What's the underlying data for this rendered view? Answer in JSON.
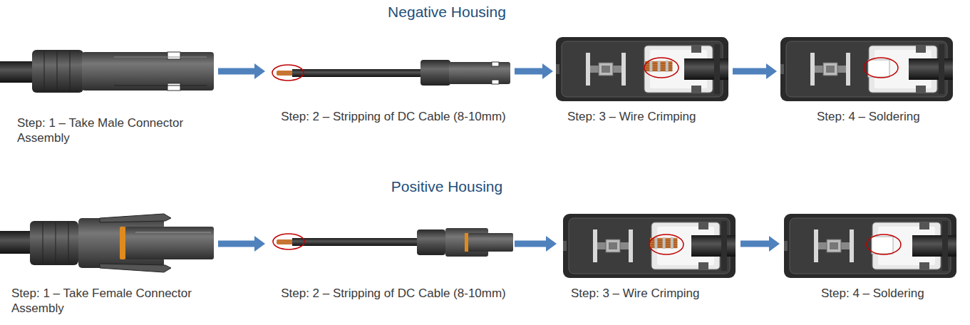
{
  "diagram": {
    "nodes": [
      {
        "text": [
          "Step: 1 – Take Male Connector Assembly"
        ]
      },
      {
        "text": [
          "Step: 2 – Stripping of DC Cable (8-10mm)"
        ]
      },
      {
        "text": [
          "Step: 3 – Wire Crimping"
        ]
      },
      {
        "text": [
          "Step: 4 – Soldering"
        ]
      },
      {
        "text": [
          "Step: 1 – Take Female Connector Assembly"
        ]
      },
      {
        "text": [
          "Step: 2 – Stripping of DC Cable (8-10mm)"
        ]
      },
      {
        "text": [
          "Step: 3 – Wire Crimping"
        ]
      },
      {
        "text": [
          "Step: 4 – Soldering"
        ]
      }
    ],
    "edges": [
      {
        "from": 0,
        "to": 1,
        "arrow": "to"
      },
      {
        "from": 1,
        "to": 2,
        "arrow": "to"
      },
      {
        "from": 2,
        "to": 3,
        "arrow": "to"
      },
      {
        "from": 4,
        "to": 5,
        "arrow": "to"
      },
      {
        "from": 5,
        "to": 6,
        "arrow": "to"
      },
      {
        "from": 6,
        "to": 7,
        "arrow": "to"
      }
    ],
    "labels": [
      "Negative Housing",
      "Positive Housing"
    ]
  }
}
